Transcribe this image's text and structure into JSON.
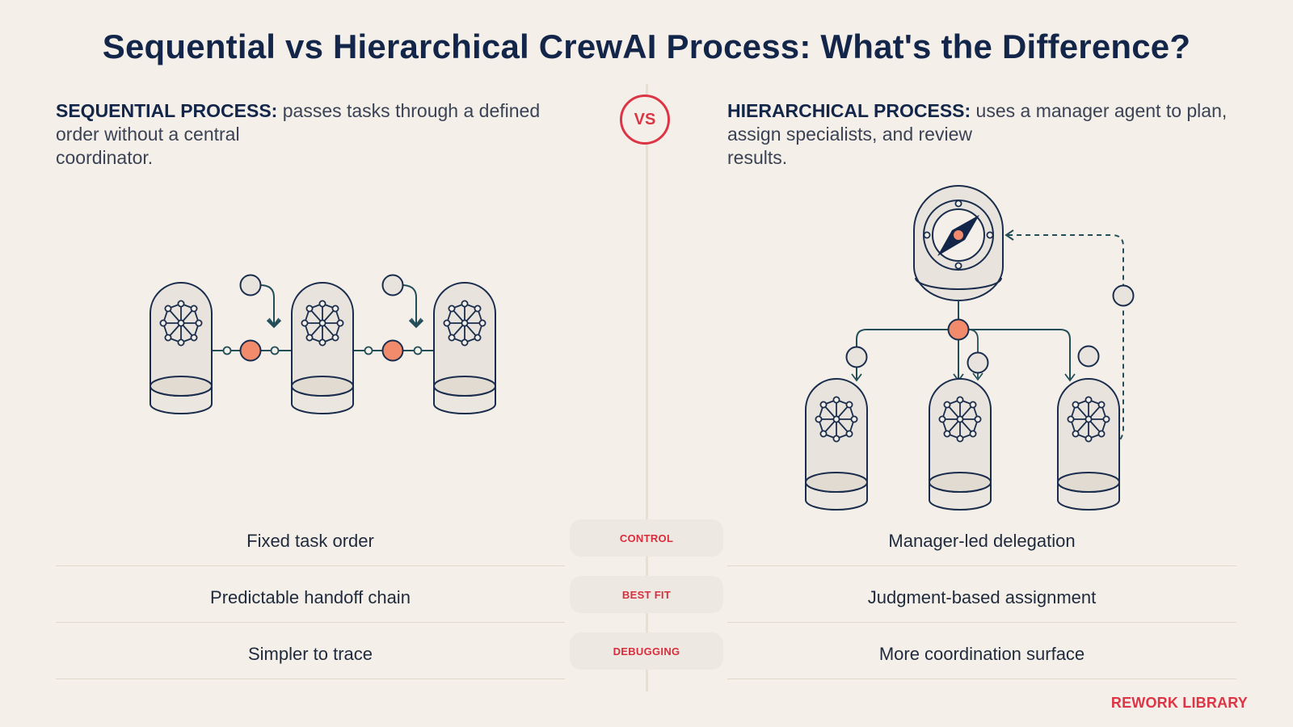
{
  "title": "Sequential vs Hierarchical CrewAI Process: What's the Difference?",
  "vs_label": "VS",
  "left": {
    "heading": "SEQUENTIAL PROCESS:",
    "desc_lines": [
      "passes tasks through a defined",
      "order without a central",
      "coordinator."
    ]
  },
  "right": {
    "heading": "HIERARCHICAL PROCESS:",
    "desc_lines": [
      "uses a manager agent to plan,",
      "assign specialists, and review",
      "results."
    ]
  },
  "comparison": [
    {
      "label": "CONTROL",
      "left": "Fixed task order",
      "right": "Manager-led delegation"
    },
    {
      "label": "BEST FIT",
      "left": "Predictable handoff chain",
      "right": "Judgment-based assignment"
    },
    {
      "label": "DEBUGGING",
      "left": "Simpler to trace",
      "right": "More coordination surface"
    }
  ],
  "brand": "REWORK LIBRARY",
  "icons": {
    "agent": "agent-dome-icon",
    "manager": "compass-manager-icon",
    "task": "task-token-icon",
    "handoff": "handoff-node-icon"
  },
  "colors": {
    "background": "#f4f0e9",
    "title": "#13264a",
    "accent_red": "#dc3545",
    "node_orange": "#f28b6b",
    "stroke": "#1a2d4d",
    "connector": "#234e58"
  }
}
